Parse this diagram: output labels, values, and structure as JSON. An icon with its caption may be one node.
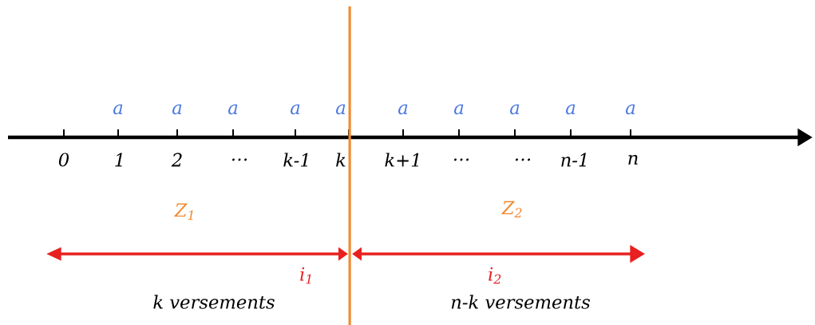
{
  "diagram": {
    "labels": [
      "a",
      "a",
      "a",
      "a",
      "a",
      "a",
      "a",
      "a",
      "a",
      "a",
      "0",
      "1",
      "2",
      "…",
      "k-1",
      "k",
      "k+1",
      "…",
      "…",
      "n-1",
      "n",
      "Z$_{1}$",
      "Z$_{2}$",
      "i$_{1}$",
      "i$_{2}$",
      "k versements",
      "n-k versements"
    ]
  }
}
